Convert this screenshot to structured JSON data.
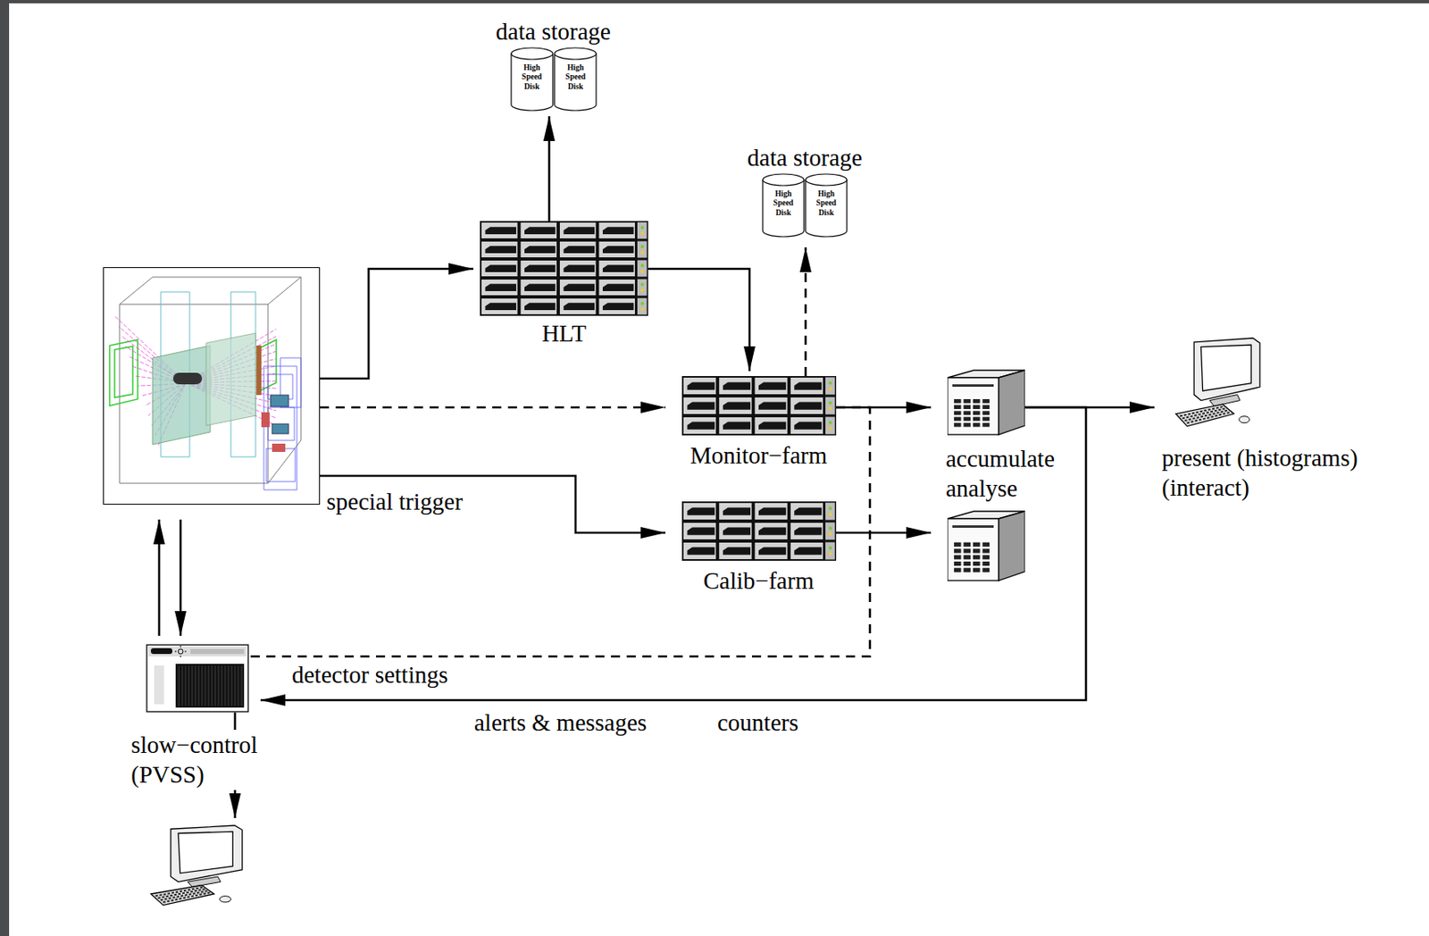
{
  "diagram": {
    "nodes": [
      {
        "text": []
      },
      {
        "text": [
          "data storage",
          "High Speed Disk",
          "High Speed Disk"
        ]
      },
      {
        "text": [
          "HLT"
        ]
      },
      {
        "text": [
          "data storage",
          "High Speed Disk",
          "High Speed Disk"
        ]
      },
      {
        "text": [
          "Monitor−farm"
        ]
      },
      {
        "text": [
          "Calib−farm"
        ]
      },
      {
        "text": [
          "accumulate analyse"
        ]
      },
      {
        "text": []
      },
      {
        "text": [
          "present (histograms) (interact)"
        ]
      },
      {
        "text": [
          "slow−control (PVSS)"
        ]
      },
      {
        "text": []
      }
    ],
    "edges": [
      {
        "from": 0,
        "to": 2,
        "arrow": "to"
      },
      {
        "from": 2,
        "to": 1,
        "arrow": "to"
      },
      {
        "from": 2,
        "to": 4,
        "arrow": "to"
      },
      {
        "from": 4,
        "to": 3,
        "arrow": "to"
      },
      {
        "from": 0,
        "to": 4,
        "arrow": "to"
      },
      {
        "from": 0,
        "to": 5,
        "arrow": "to",
        "label": "special trigger"
      },
      {
        "from": 4,
        "to": 6,
        "arrow": "to"
      },
      {
        "from": 5,
        "to": 7,
        "arrow": "to"
      },
      {
        "from": 6,
        "to": 8,
        "arrow": "to"
      },
      {
        "from": 6,
        "to": 9,
        "arrow": "to"
      },
      {
        "from": 4,
        "to": 9,
        "arrow": "none",
        "label": "detector settings"
      },
      {
        "from": 0,
        "to": 9,
        "arrow": "to"
      },
      {
        "from": 9,
        "to": 0,
        "arrow": "to"
      },
      {
        "from": 9,
        "to": 10,
        "arrow": "to"
      }
    ],
    "labels": [
      "alerts & messages",
      "counters"
    ]
  }
}
